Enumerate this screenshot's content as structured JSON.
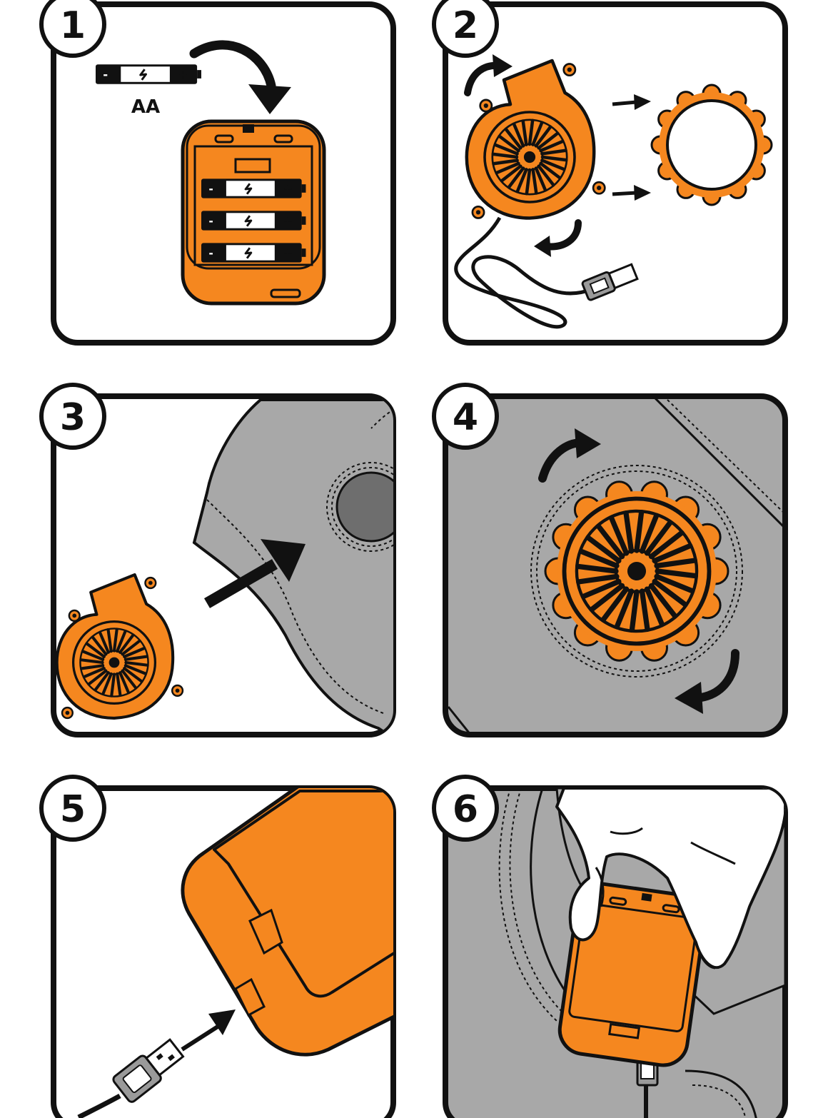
{
  "steps": [
    {
      "number": "1",
      "battery_label": "AA",
      "battery_count": 3
    },
    {
      "number": "2"
    },
    {
      "number": "3"
    },
    {
      "number": "4"
    },
    {
      "number": "5"
    },
    {
      "number": "6"
    }
  ],
  "battery_symbols": {
    "minus": "-",
    "plus": "+"
  },
  "colors": {
    "orange": "#f5871f",
    "outline": "#111111",
    "panel_gray": "#a8a8a8",
    "dark_gray": "#6e6e6e",
    "white": "#ffffff"
  },
  "icons": [
    "battery-icon",
    "battery-pack-icon",
    "blower-fan-icon",
    "fan-ring-icon",
    "usb-plug-icon",
    "curved-arrow-icon",
    "arrow-icon",
    "hand-icon"
  ]
}
